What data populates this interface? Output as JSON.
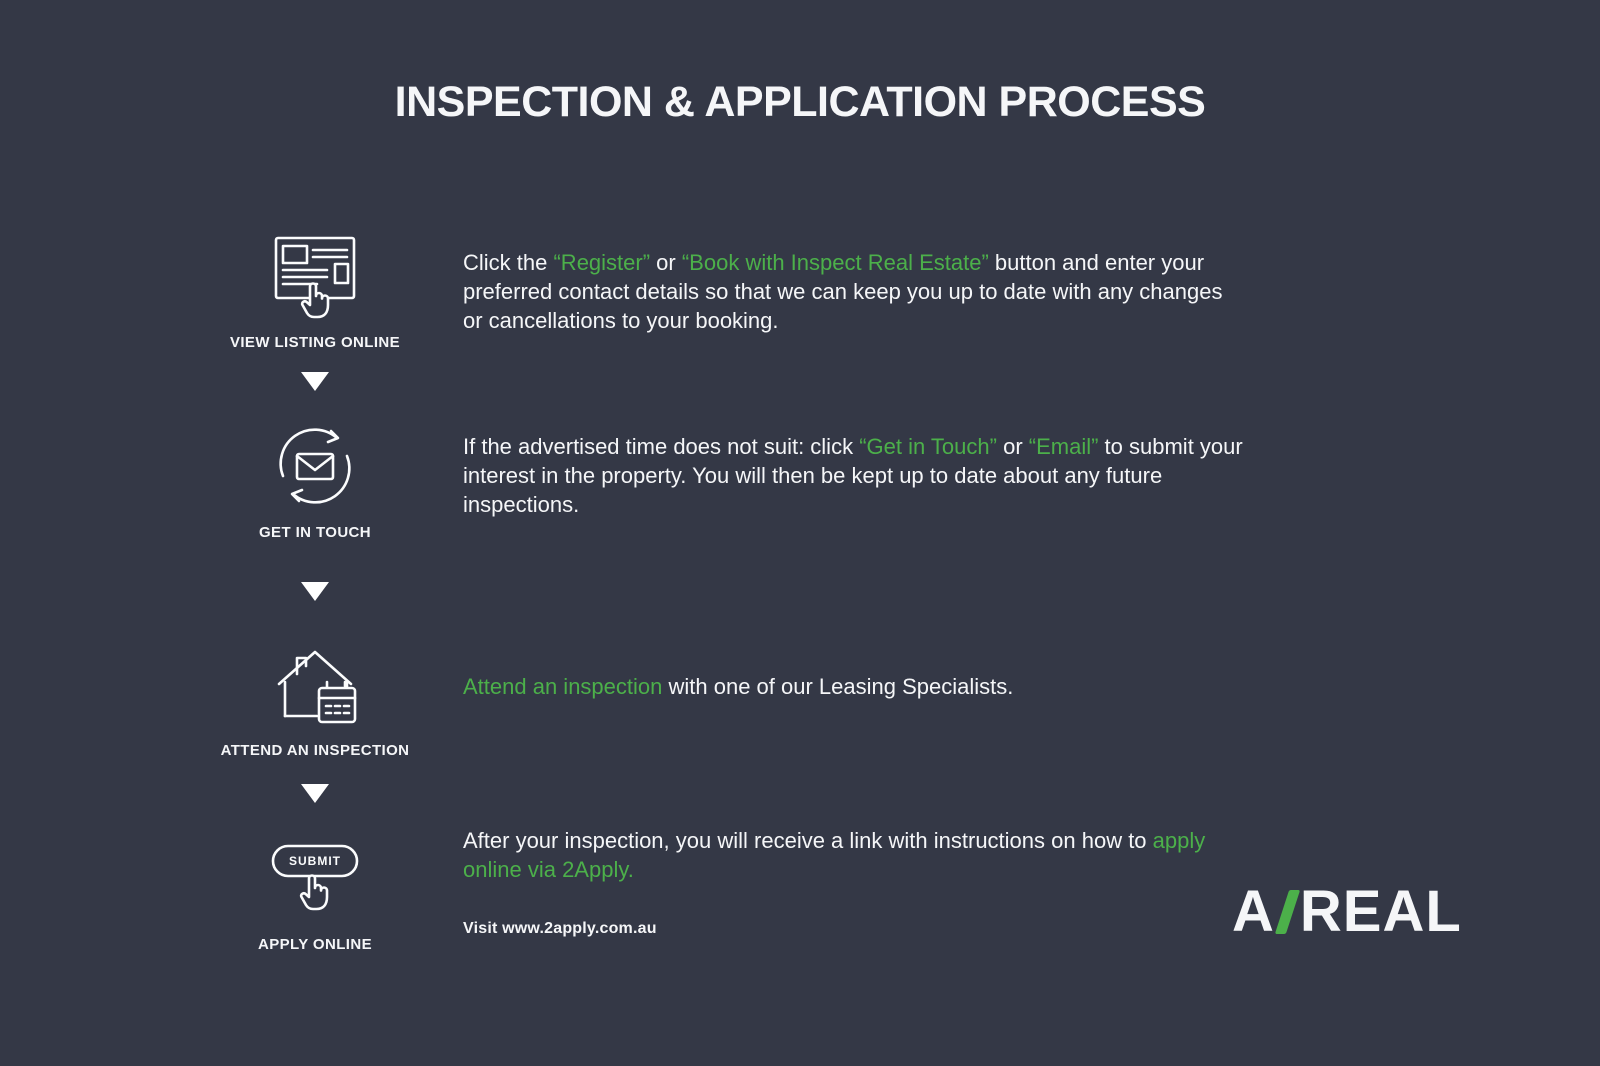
{
  "title": "INSPECTION & APPLICATION PROCESS",
  "colors": {
    "background": "#343846",
    "accent": "#4cb04a",
    "text": "#f5f6f8"
  },
  "steps": [
    {
      "label": "VIEW LISTING ONLINE",
      "icon": "listing-click-icon",
      "segments": [
        {
          "text": "Click the "
        },
        {
          "text": "“Register”",
          "accent": true
        },
        {
          "text": " or "
        },
        {
          "text": "“Book with Inspect Real Estate”",
          "accent": true
        },
        {
          "text": " button and enter your preferred contact details so that we can keep you up to date with any changes or cancellations to your booking."
        }
      ]
    },
    {
      "label": "GET IN TOUCH",
      "icon": "email-sync-icon",
      "segments": [
        {
          "text": "If the advertised time does not suit: click "
        },
        {
          "text": "“Get in Touch”",
          "accent": true
        },
        {
          "text": " or "
        },
        {
          "text": "“Email”",
          "accent": true
        },
        {
          "text": " to submit your interest in the property. You will then be kept up to date about any future inspections."
        }
      ]
    },
    {
      "label": "ATTEND AN INSPECTION",
      "icon": "house-calendar-icon",
      "segments": [
        {
          "text": "Attend an inspection",
          "accent": true
        },
        {
          "text": " with one of our Leasing Specialists."
        }
      ]
    },
    {
      "label": "APPLY ONLINE",
      "icon": "submit-click-icon",
      "segments": [
        {
          "text": "After your inspection, you will receive a link with instructions on how to "
        },
        {
          "text": "apply online via 2Apply.",
          "accent": true
        }
      ],
      "note": "Visit www.2apply.com.au"
    }
  ],
  "submit_button_label": "SUBMIT",
  "logo": {
    "first": "A",
    "rest": "REAL"
  }
}
